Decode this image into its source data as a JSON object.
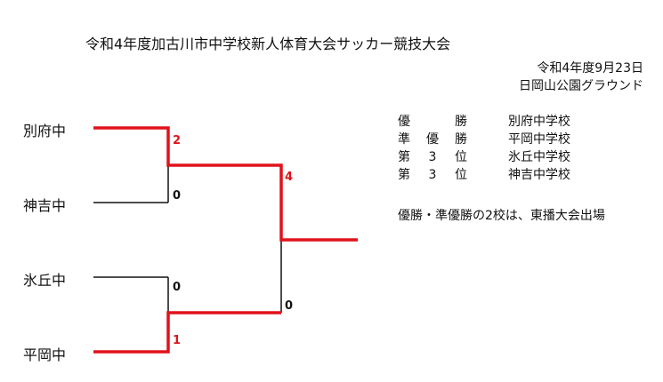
{
  "title": "令和4年度加古川市中学校新人体育大会サッカー競技大会",
  "meta": {
    "date": "令和4年度9月23日",
    "venue": "日岡山公園グラウンド"
  },
  "teams": [
    "別府中",
    "神吉中",
    "氷丘中",
    "平岡中"
  ],
  "scores": {
    "semi1_top": "2",
    "semi1_bottom": "0",
    "semi2_top": "0",
    "semi2_bottom": "1",
    "final_top": "4",
    "final_bottom": "0"
  },
  "results": [
    {
      "rank": [
        "優",
        "勝"
      ],
      "school": "別府中学校"
    },
    {
      "rank": [
        "準",
        "優",
        "勝"
      ],
      "school": "平岡中学校"
    },
    {
      "rank": [
        "第",
        "3",
        "位"
      ],
      "school": "氷丘中学校"
    },
    {
      "rank": [
        "第",
        "3",
        "位"
      ],
      "school": "神吉中学校"
    }
  ],
  "note": "優勝・準優勝の2校は、東播大会出場",
  "colors": {
    "winner_line": "#e0121b",
    "loser_line": "#111111"
  }
}
